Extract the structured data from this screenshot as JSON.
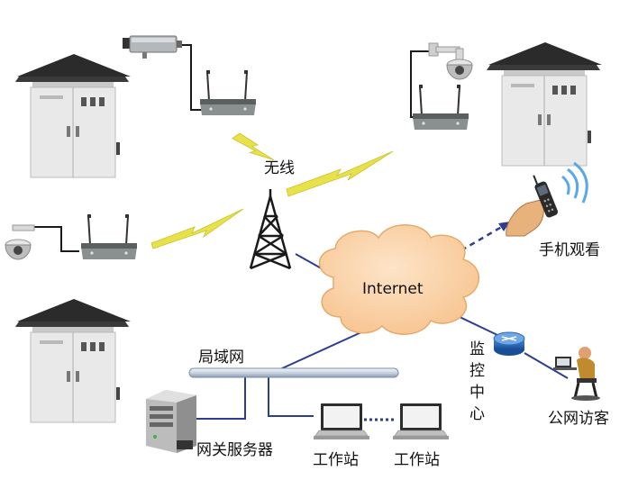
{
  "labels": {
    "wireless": "无线",
    "internet": "Internet",
    "mobile_view": "手机观看",
    "lan": "局域网",
    "monitor_center": [
      "监",
      "控",
      "中",
      "心"
    ],
    "public_visitor": "公网访客",
    "gateway_server": "网关服务器",
    "workstation_1": "工作站",
    "workstation_2": "工作站"
  },
  "colors": {
    "link_line": "#2e3d8f",
    "cloud_fill": "#fbd3a6",
    "cloud_stroke": "#e8a96a",
    "lightning": "#e8e24a",
    "cabinet_body": "#e9e9e9",
    "cabinet_roof": "#2b2b2b",
    "router": "#1f63b4"
  },
  "icons": {
    "cabinet": "equipment-cabinet-icon",
    "camera_box": "box-camera-icon",
    "camera_dome": "dome-camera-icon",
    "wireless_bridge": "wireless-bridge-icon",
    "tower": "antenna-tower-icon",
    "phone": "mobile-phone-icon",
    "router": "router-icon",
    "server": "server-icon",
    "workstation": "computer-monitor-icon",
    "visitor": "user-at-computer-icon",
    "lightning": "lightning-bolt-icon",
    "cloud": "cloud-icon"
  }
}
